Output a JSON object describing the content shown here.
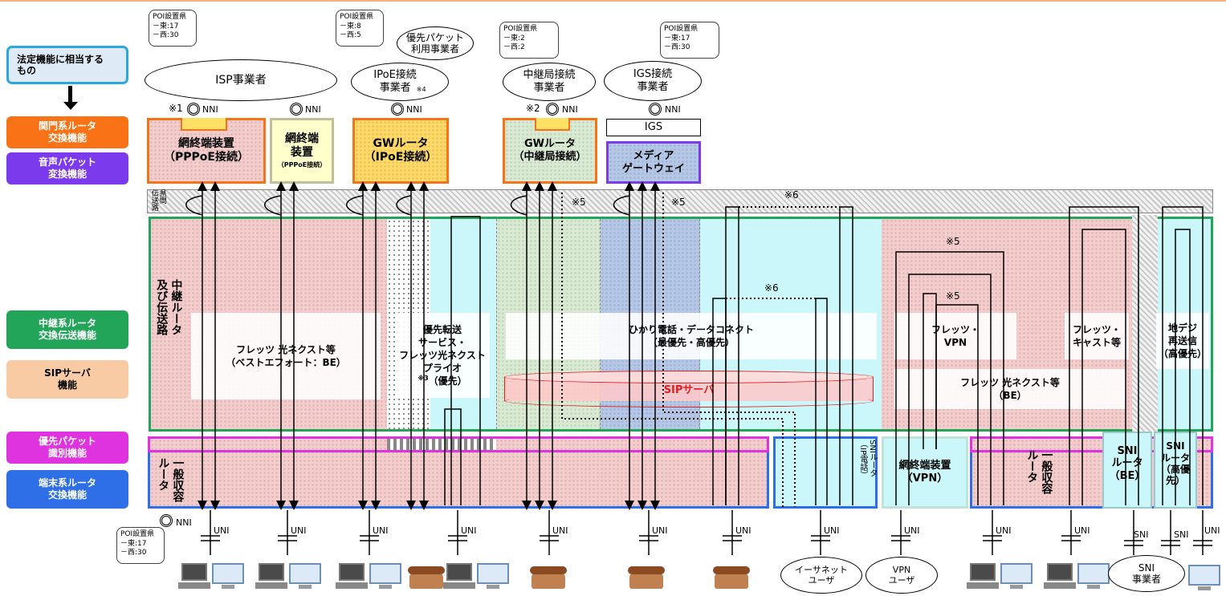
{
  "legend": {
    "legal_function": "法定機能に相当する\nもの",
    "items": [
      {
        "label": "関門系ルータ\n交換機能",
        "color": "#F97316"
      },
      {
        "label": "音声パケット\n変換機能",
        "color": "#7C3AED"
      },
      {
        "label": "中継系ルータ\n交換伝送機能",
        "color": "#22A559"
      },
      {
        "label": "SIPサーバ\n機能",
        "color": "#F9CBA4"
      },
      {
        "label": "優先パケット\n識別機能",
        "color": "#E033E0"
      },
      {
        "label": "端末系ルータ\n交換機能",
        "color": "#2E6FE8"
      }
    ]
  },
  "poi": [
    "POI設置県\n－東:17\n－西:30",
    "POI設置県\n－東:8\n－西:5",
    "POI設置県\n－東:2\n－西:2",
    "POI設置県\n－東:17\n－西:30",
    "POI設置県\n－東:17\n－西:30"
  ],
  "operators": {
    "isp": "ISP事業者",
    "ipoe": "IPoE接続\n事業者",
    "ipoe_note": "※4",
    "priority_packet": "優先パケット\n利用事業者",
    "relay": "中継局接続\n事業者",
    "igs": "IGS接続\n事業者"
  },
  "nni": "NNI",
  "uni": "UNI",
  "sni": "SNI",
  "notes": {
    "n1": "※1",
    "n2": "※2",
    "n5": "※5",
    "n6": "※6"
  },
  "gateways": {
    "ntu_pppoe": "網終端装置\n（PPPoE接続）",
    "ntu_pppoe_small_title": "網終端\n装置",
    "ntu_pppoe_small_sub": "（PPPoE接続）",
    "gw_ipoe": "GWルータ\n（IPoE接続）",
    "gw_relay": "GWルータ\n（中継局接続）",
    "igs": "IGS",
    "media_gw": "メディア\nゲートウェイ"
  },
  "inter_prefecture": "県間\n伝送路",
  "relay_router_label": "中継ルータ\n及び伝送路",
  "services": {
    "flets_next": "フレッツ 光ネクスト等\n（ベストエフォート：BE）",
    "priority": "優先転送\nサービス・\nフレッツ光ネクスト\nプライオ",
    "priority_sup": "※3",
    "priority_tail": "（優先）",
    "hikari": "ひかり電話・データコネクト\n（最優先・高優先）",
    "sip": "SIPサーバ",
    "flets_vpn": "フレッツ・\nVPN",
    "flets_cast": "フレッツ・\nキャスト等",
    "digital_tv": "地デジ\n再送信\n（高優先）",
    "flets_next_be": "フレッツ 光ネクスト等\n（BE）"
  },
  "edge": {
    "general": "一般収容\nルータ",
    "sni_router_ip": "SNIルータ\n（IP電話）",
    "ntu_vpn": "網終端装置\n（VPN）",
    "sni_be": "SNI\nルータ\n（BE）",
    "sni_high": "SNI\nルータ\n（高優先）"
  },
  "users": {
    "ethernet": "イーサネット\nユーザ",
    "vpn": "VPN\nユーザ",
    "sni": "SNI\n事業者"
  }
}
